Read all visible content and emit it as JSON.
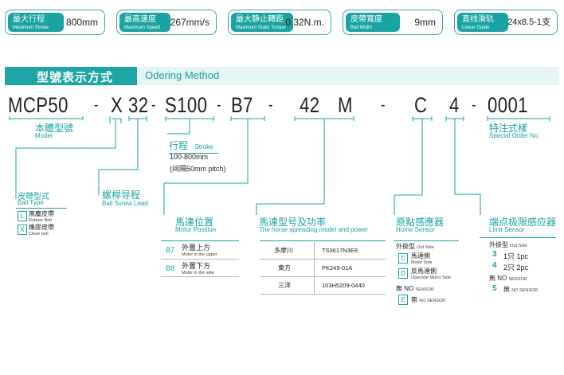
{
  "specs": [
    {
      "label": "最大行程",
      "sub": "Maximum Stroke",
      "value": "800mm"
    },
    {
      "label": "最高速度",
      "sub": "Maximum Speed",
      "value": "267mm/s"
    },
    {
      "label": "最大静止轉距",
      "sub": "Maximum Static Torque",
      "value": "0.32N.m."
    },
    {
      "label": "皮帶寬度",
      "sub": "Ball Width",
      "value": "9mm"
    },
    {
      "label": "直线滑轨",
      "sub": "Linear Guide",
      "value": "24x8.5-1支"
    }
  ],
  "header": {
    "cn": "型號表示方式",
    "en": "Odering Method"
  },
  "code": {
    "mcp50": "MCP50",
    "d1": "-",
    "x": "X",
    "n32": "32",
    "d2": "-",
    "s100": "S100",
    "d3": "-",
    "b7": "B7",
    "d4": "-",
    "n42": "42",
    "m": "M",
    "d5": "-",
    "c": "C",
    "n4": "4",
    "d6": "-",
    "n0001": "0001"
  },
  "model": {
    "cn": "本體型號",
    "en": "Model"
  },
  "special": {
    "cn": "特注式樣",
    "en": "Special Order No."
  },
  "stroke": {
    "cn": "行程",
    "en": "Stroke",
    "range": "100-800mm",
    "pitch": "(间隔50mm pitch)"
  },
  "ball_type": {
    "cn": "皮帶型式",
    "en": "Ball Type",
    "items": [
      {
        "code": "L",
        "cn": "無塵皮帶",
        "en": "Rubber Belt"
      },
      {
        "code": "X",
        "cn": "橡膠皮帶",
        "en": "Clean belt"
      }
    ]
  },
  "screw_lead": {
    "cn": "螺桿导程",
    "en": "Ball Svrew Lead"
  },
  "motor_position": {
    "cn": "馬達位置",
    "en": "Motor Position",
    "items": [
      {
        "code": "B7",
        "cn": "外置上方",
        "en": "Motor in the upper"
      },
      {
        "code": "B8",
        "cn": "外置下方",
        "en": "Motor in the side"
      }
    ]
  },
  "motor_model": {
    "cn": "馬達型号及功率",
    "en": "The horse spreading model and power",
    "rows": [
      {
        "brand": "多摩川",
        "model": "TS3617N3E8"
      },
      {
        "brand": "東方",
        "model": "PK245-01A"
      },
      {
        "brand": "三洋",
        "model": "103H5209-0440"
      }
    ]
  },
  "home_sensor": {
    "cn": "原點感應器",
    "en": "Home Sensor",
    "outside_cn": "外掛型",
    "outside_en": "Out Side",
    "items": [
      {
        "code": "C",
        "cn": "馬達側",
        "en": "Motor Side"
      },
      {
        "code": "D",
        "cn": "反馬達側",
        "en": "Opposite Motor Side"
      }
    ],
    "none_cn": "無 NO",
    "none_en": "SENSOR",
    "e_code": "E",
    "e_cn": "無",
    "e_en": "NO SENSOR"
  },
  "limit_sensor": {
    "cn": "端点极限感应器",
    "en": "Limit Sensor",
    "outside_cn": "外掛型",
    "outside_en": "Out Side",
    "items": [
      {
        "code": "3",
        "text": "1只 1pc"
      },
      {
        "code": "4",
        "text": "2只 2pc"
      }
    ],
    "none_cn": "無 NO",
    "none_en": "SENSOR",
    "five_code": "5",
    "five_cn": "無",
    "five_en": "NO SENSOR"
  }
}
